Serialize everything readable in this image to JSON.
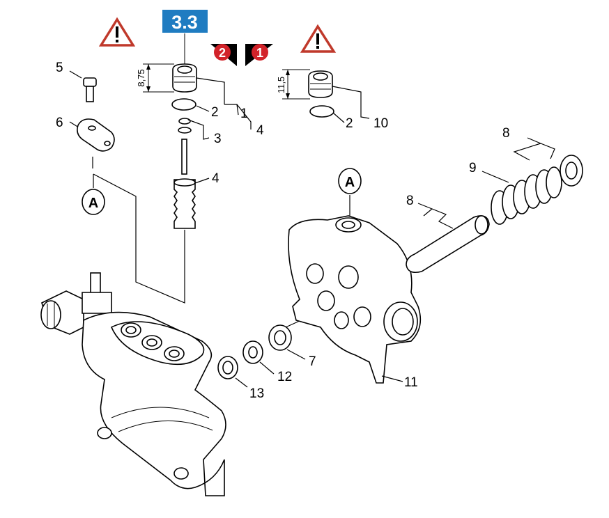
{
  "section_badge": {
    "label": "3.3",
    "color": "#1f7cc1"
  },
  "warning_icons": [
    "warning-triangle-icon",
    "warning-triangle-icon"
  ],
  "step_badges": [
    {
      "label": "2",
      "color": "#d2232a"
    },
    {
      "label": "1",
      "color": "#d2232a"
    }
  ],
  "dimensions": {
    "left": "8,75",
    "right": "11,5"
  },
  "reference_marks": [
    "A",
    "A"
  ],
  "part_numbers": {
    "p5": "5",
    "p6": "6",
    "p2a": "2",
    "p1": "1",
    "p4a": "4",
    "p3": "3",
    "p4b": "4",
    "p2b": "2",
    "p10": "10",
    "p8a": "8",
    "p9": "9",
    "p8b": "8",
    "p7": "7",
    "p12": "12",
    "p13": "13",
    "p11": "11"
  }
}
